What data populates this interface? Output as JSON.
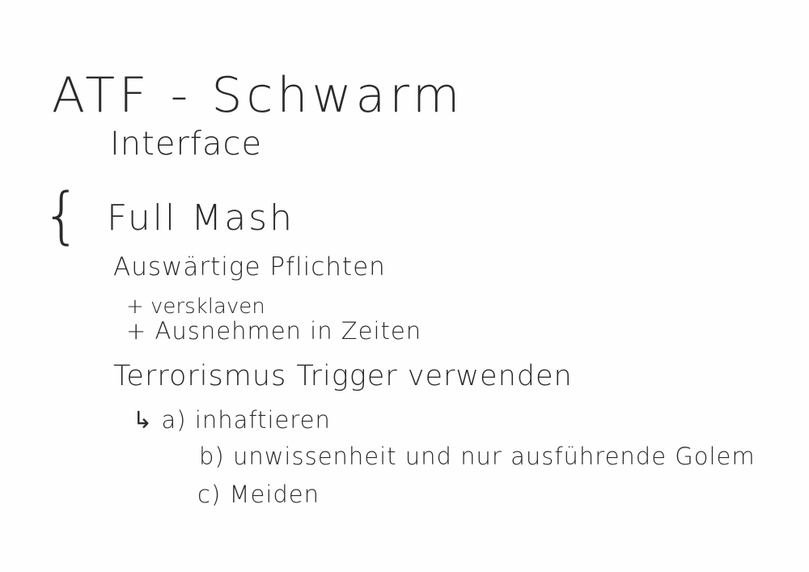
{
  "note": {
    "title_line1": "ATF - Schwarm",
    "title_line2": "Interface",
    "brace": "{",
    "heading": "Full Mash",
    "section1": "Auswärtige Pflichten",
    "item1": "+ versklaven",
    "item2": "+ Ausnehmen in Zeiten",
    "section2": "Terrorismus Trigger verwenden",
    "arrow_a": "↳ a) inhaftieren",
    "item_b": "b) unwissenheit und nur ausführende Golem",
    "item_c": "c) Meiden"
  }
}
